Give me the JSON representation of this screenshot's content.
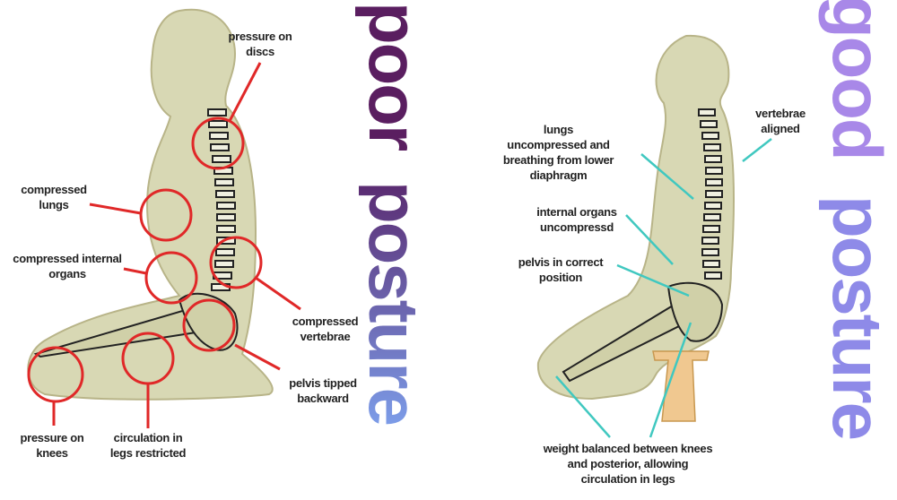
{
  "poor": {
    "title_word1": "poor",
    "title_word2": "posture",
    "labels": {
      "discs": "pressure on discs",
      "lungs": "compressed lungs",
      "organs": "compressed internal organs",
      "vertebrae": "compressed vertebrae",
      "pelvis": "pelvis tipped backward",
      "knees": "pressure on knees",
      "circulation": "circulation in legs restricted"
    }
  },
  "good": {
    "title_word1": "good",
    "title_word2": "posture",
    "labels": {
      "vertebrae": "vertebrae aligned",
      "lungs": "lungs uncompressed and breathing from lower diaphragm",
      "organs": "internal organs uncompressd",
      "pelvis": "pelvis in correct position",
      "weight": "weight balanced between knees and posterior, allowing circulation in legs"
    }
  },
  "colors": {
    "body": "#d8d8b4",
    "outline": "#b8b488",
    "callout_poor": "#e02828",
    "callout_good": "#40c8c0",
    "poor_title": "#5a1e60",
    "posture_title": "#7c9ce8",
    "good_title": "#a888e8",
    "stool": "#f0c890"
  }
}
